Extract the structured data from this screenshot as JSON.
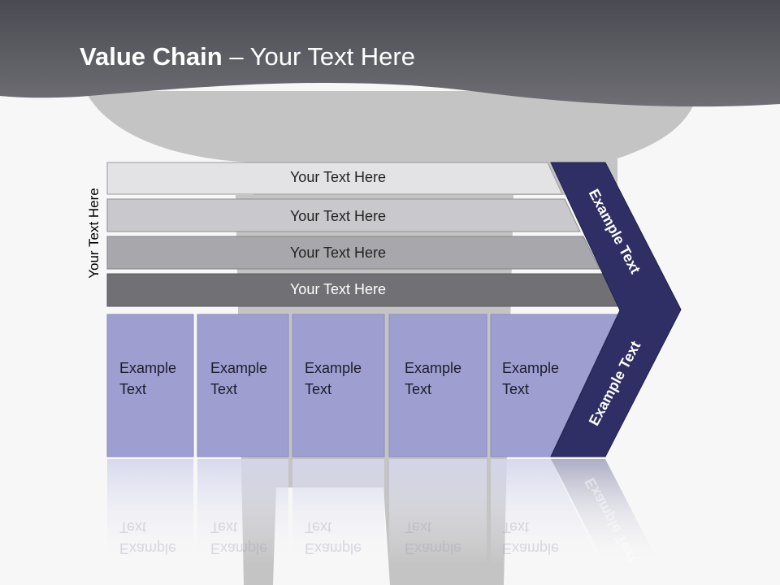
{
  "title": {
    "bold": "Value Chain",
    "rest": " – Your Text Here"
  },
  "side_label": "Your Text Here",
  "rows": [
    {
      "label": "Your Text Here"
    },
    {
      "label": "Your Text Here"
    },
    {
      "label": "Your Text Here"
    },
    {
      "label": "Your Text Here"
    }
  ],
  "columns": [
    {
      "line1": "Example",
      "line2": "Text"
    },
    {
      "line1": "Example",
      "line2": "Text"
    },
    {
      "line1": "Example",
      "line2": "Text"
    },
    {
      "line1": "Example",
      "line2": "Text"
    },
    {
      "line1": "Example",
      "line2": "Text"
    }
  ],
  "chevron": {
    "upper": "Example Text",
    "lower": "Example Text"
  },
  "colors": {
    "header": "#5a5a62",
    "row1": "#e3e3e6",
    "row2": "#c9c9cd",
    "row3": "#a8a8ac",
    "row4": "#707075",
    "column": "#9e9fd0",
    "chevron": "#2f2f66"
  }
}
